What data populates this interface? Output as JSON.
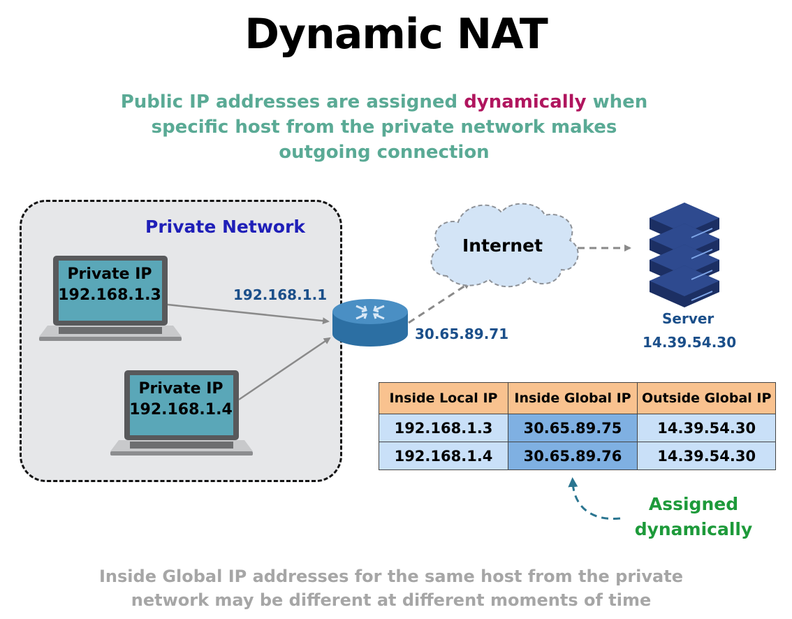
{
  "title": "Dynamic NAT",
  "subtitle": {
    "before": "Public IP addresses are assigned ",
    "highlight": "dynamically",
    "after": " when specific host from the private network makes outgoing connection"
  },
  "private_network": {
    "label": "Private Network",
    "laptops": [
      {
        "line1": "Private IP",
        "line2": "192.168.1.3"
      },
      {
        "line1": "Private IP",
        "line2": "192.168.1.4"
      }
    ]
  },
  "router": {
    "inside_ip": "192.168.1.1",
    "outside_ip": "30.65.89.71"
  },
  "cloud": {
    "label": "Internet"
  },
  "server": {
    "label": "Server",
    "ip": "14.39.54.30"
  },
  "table": {
    "headers": [
      "Inside Local IP",
      "Inside Global IP",
      "Outside Global IP"
    ],
    "rows": [
      [
        "192.168.1.3",
        "30.65.89.75",
        "14.39.54.30"
      ],
      [
        "192.168.1.4",
        "30.65.89.76",
        "14.39.54.30"
      ]
    ]
  },
  "annotation": {
    "line1": "Assigned",
    "line2": "dynamically"
  },
  "footer": "Inside Global IP addresses for the same host from the private network may be different at different moments of time",
  "colors": {
    "subtitle": "#5aaa95",
    "highlight": "#b0155e",
    "private_label": "#1f1fb8",
    "ip_labels": "#1b4f8a",
    "table_header": "#f9c28f",
    "table_cell": "#c9e0f8",
    "table_cell_highlight": "#7fb0e2",
    "annotation": "#1d9a3a",
    "footer": "#a6a6a6"
  }
}
